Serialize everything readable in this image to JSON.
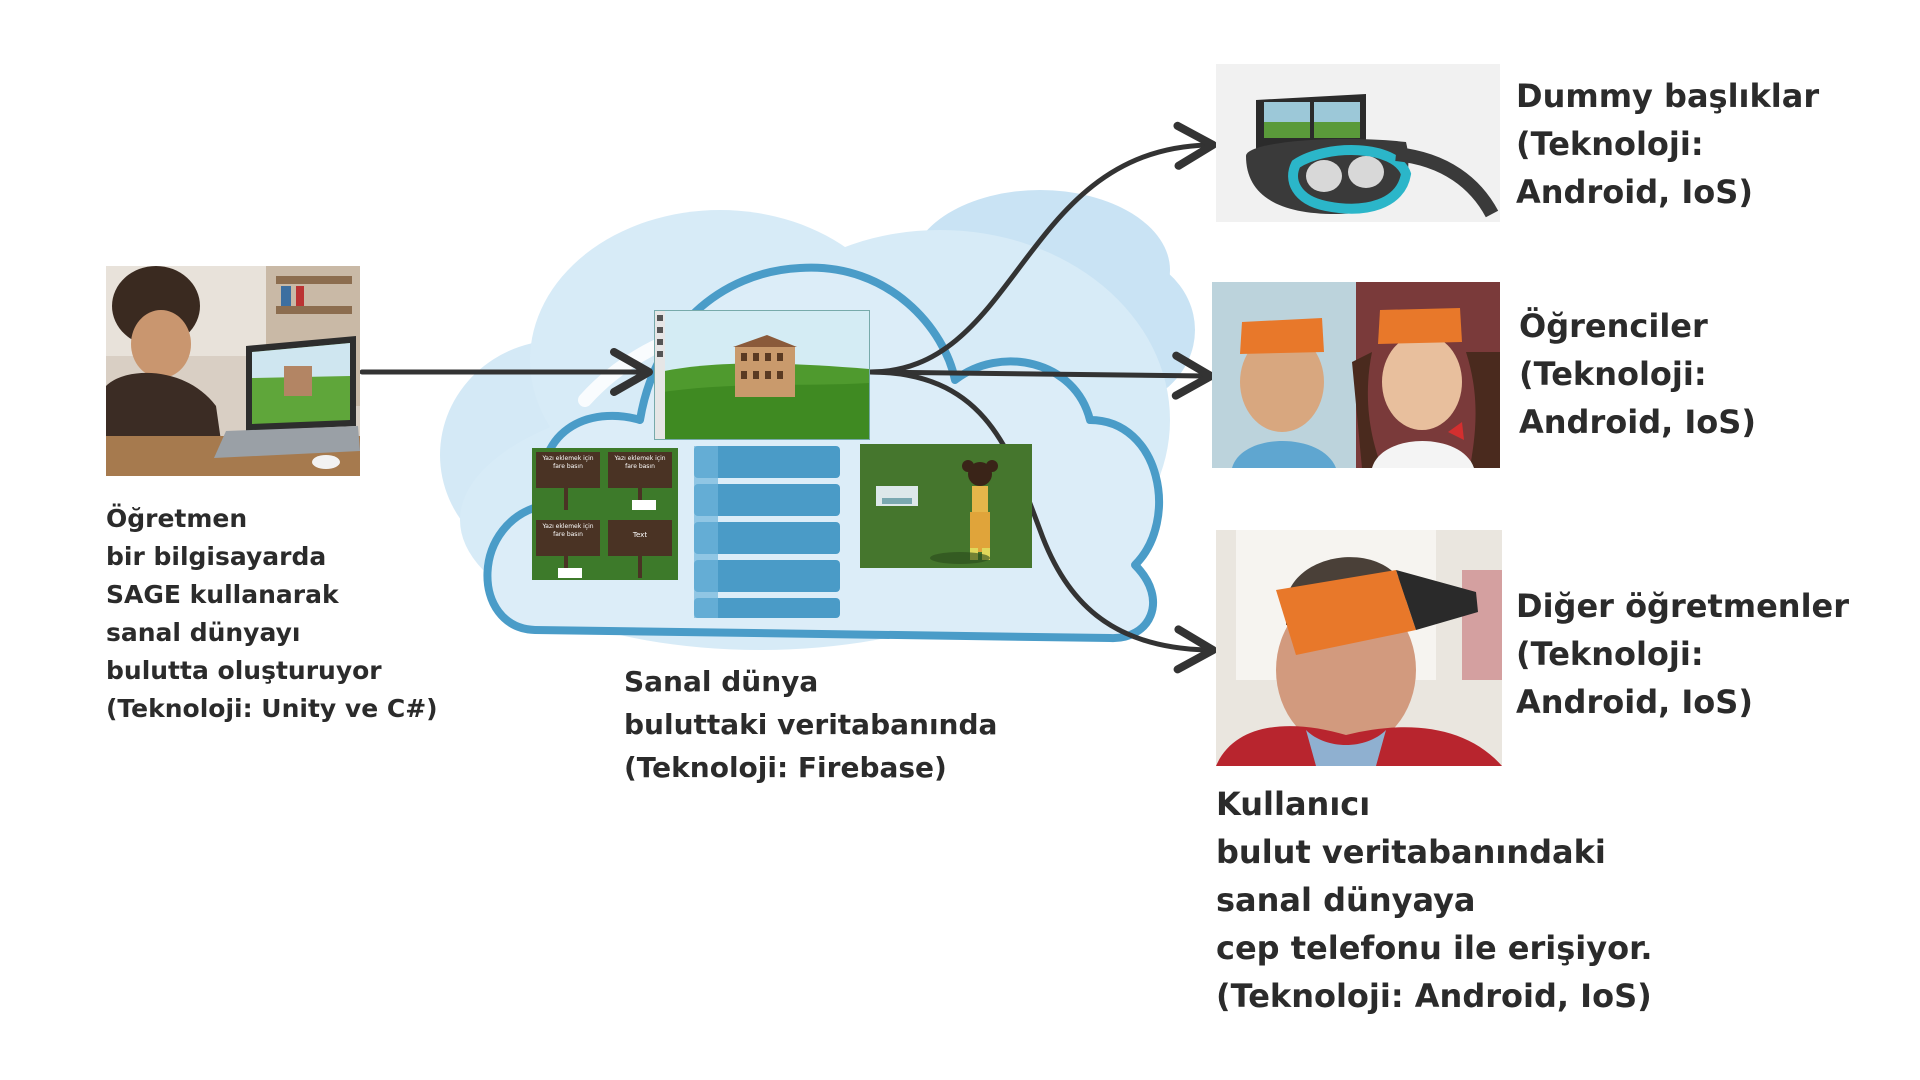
{
  "teacher": {
    "lines": [
      "Öğretmen",
      "bir bilgisayarda",
      "SAGE kullanarak",
      "sanal dünyayı",
      "bulutta oluşturuyor",
      "(Teknoloji: Unity ve C#)"
    ]
  },
  "cloud": {
    "lines": [
      "Sanal dünya",
      "buluttaki veritabanında",
      "(Teknoloji: Firebase)"
    ],
    "signs": {
      "sign1": "Yazı eklemek için fare basın",
      "sign2": "Yazı eklemek için fare basın",
      "sign3": "Yazı eklemek için fare basın",
      "sign4": "Text"
    }
  },
  "targets": {
    "vr": {
      "lines": [
        "Dummy başlıklar",
        "(Teknoloji:",
        "Android, IoS)"
      ]
    },
    "students": {
      "lines": [
        "Öğrenciler",
        "(Teknoloji:",
        "Android, IoS)"
      ]
    },
    "teachers": {
      "lines": [
        "Diğer öğretmenler",
        "(Teknoloji:",
        "Android, IoS)"
      ]
    }
  },
  "user": {
    "lines": [
      "Kullanıcı",
      "bulut veritabanındaki",
      "sanal dünyaya",
      "cep telefonu ile erişiyor.",
      "(Teknoloji: Android, IoS)"
    ]
  },
  "colors": {
    "cloud_light": "#c9e3f4",
    "cloud_fill": "#d7ebf7",
    "cloud_outline": "#4a9cc8",
    "database": "#4a9bc7",
    "arrow": "#333333",
    "grass": "#4f9a2e",
    "sky": "#d4ecf4",
    "headset_orange": "#e8782a"
  }
}
